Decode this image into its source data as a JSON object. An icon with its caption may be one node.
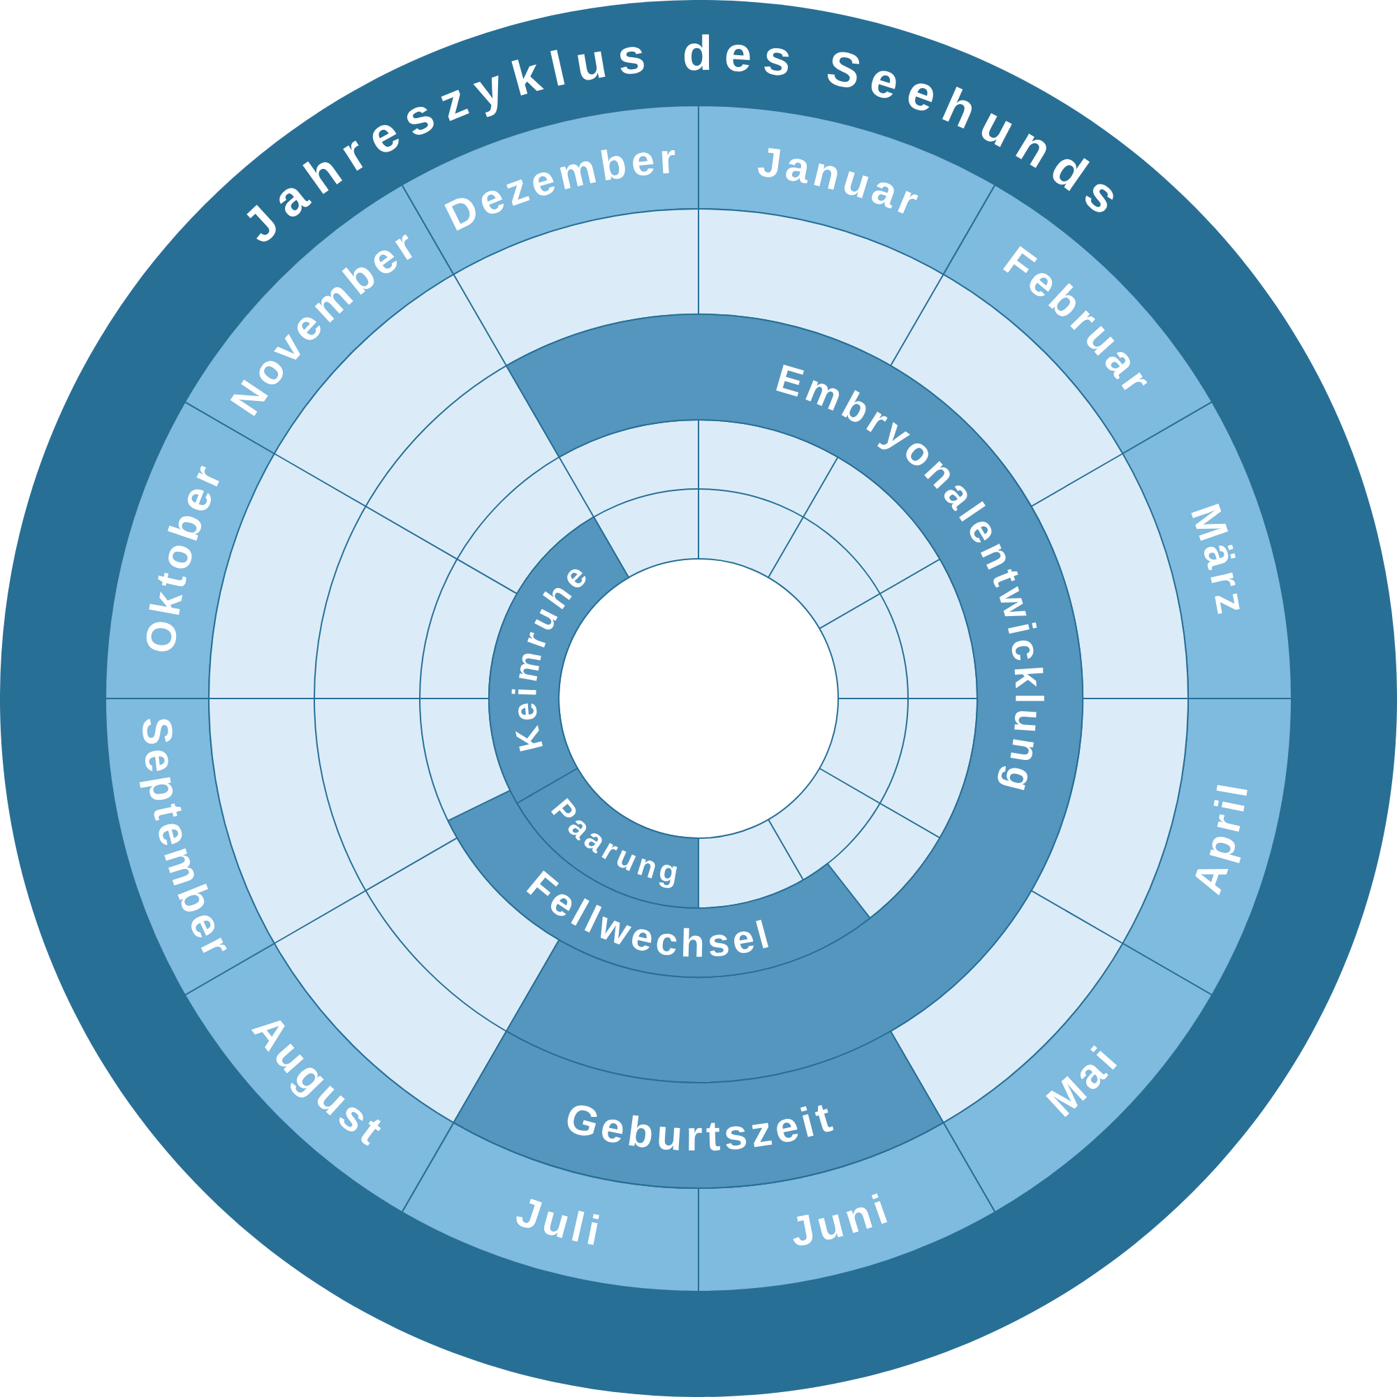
{
  "diagram": {
    "title": "Jahreszyklus des Seehunds",
    "nodes": [
      {
        "text": [
          "Januar"
        ]
      },
      {
        "text": [
          "Februar"
        ]
      },
      {
        "text": [
          "März"
        ]
      },
      {
        "text": [
          "April"
        ]
      },
      {
        "text": [
          "Mai"
        ]
      },
      {
        "text": [
          "Juni"
        ]
      },
      {
        "text": [
          "Juli"
        ]
      },
      {
        "text": [
          "August"
        ]
      },
      {
        "text": [
          "September"
        ]
      },
      {
        "text": [
          "Oktober"
        ]
      },
      {
        "text": [
          "November"
        ]
      },
      {
        "text": [
          "Dezember"
        ]
      },
      {
        "text": [
          "Embryonalentwicklung"
        ]
      },
      {
        "text": [
          "Geburtszeit"
        ]
      },
      {
        "text": [
          "Fellwechsel"
        ]
      },
      {
        "text": [
          "Keimruhe"
        ]
      },
      {
        "text": [
          "Paarung"
        ]
      }
    ]
  }
}
